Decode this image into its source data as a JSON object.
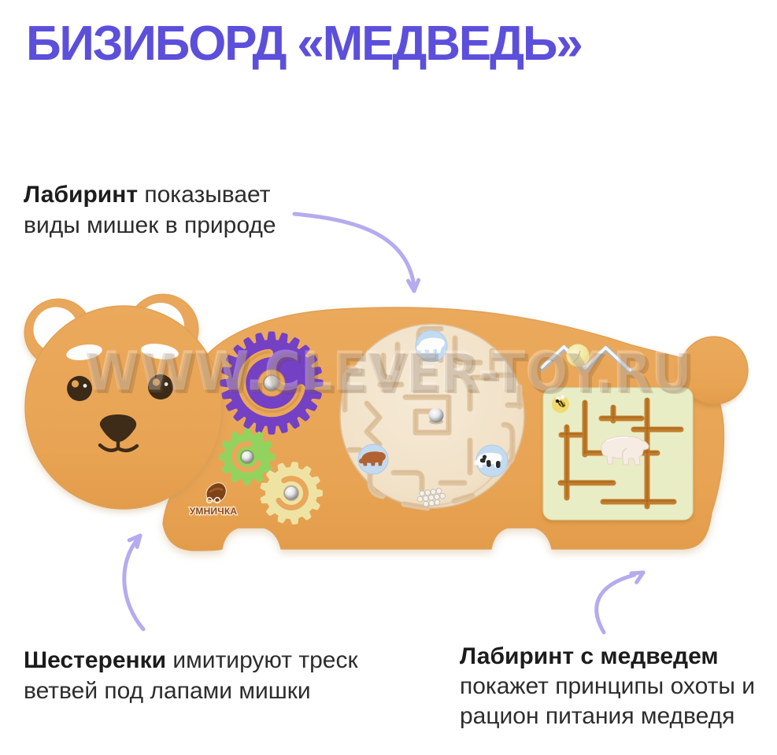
{
  "title": "БИЗИБОРД «МЕДВЕДЬ»",
  "watermark": "WWW.CLEVER-TOY.RU",
  "brand": {
    "logo_text": "УМНИЧКА"
  },
  "callouts": {
    "round_maze": {
      "bold": "Лабиринт",
      "rest": " показывает",
      "line2": "виды мишек в природе"
    },
    "gears": {
      "bold": "Шестеренки",
      "rest": " имитируют треск",
      "line2": "ветвей под лапами мишки"
    },
    "bear_maze": {
      "bold": "Лабиринт с медведем",
      "rest": "",
      "line2": "покажет принципы охоты и",
      "line3": "рацион питания медведя"
    }
  },
  "colors": {
    "title": "#5C4FDB",
    "text": "#2d2d2d",
    "arrow": "#B5ABEF",
    "body": "#E9A75B",
    "body_edge": "#F3DDBA",
    "body_shade": "#D8903C",
    "ear_inner": "#FEFEFE",
    "eye": "#3B2A17",
    "snout": "#3E2B18",
    "gear_purple": "#7440C4",
    "gear_green": "#92D35F",
    "gear_cream": "#EFE3A4",
    "disk": "#F3E6D1",
    "disk_groove": "#DFC4A0",
    "sticker_blue": "#C3DBF1",
    "panel": "#E9EDC5",
    "panel_slot": "#C27E2E",
    "bear_slider": "#F6ECE4",
    "brown_bear": "#B06230",
    "bee_yellow": "#F3D44F",
    "ball_yellow": "#F0E9A2",
    "logo_brown": "#8B4A23"
  }
}
